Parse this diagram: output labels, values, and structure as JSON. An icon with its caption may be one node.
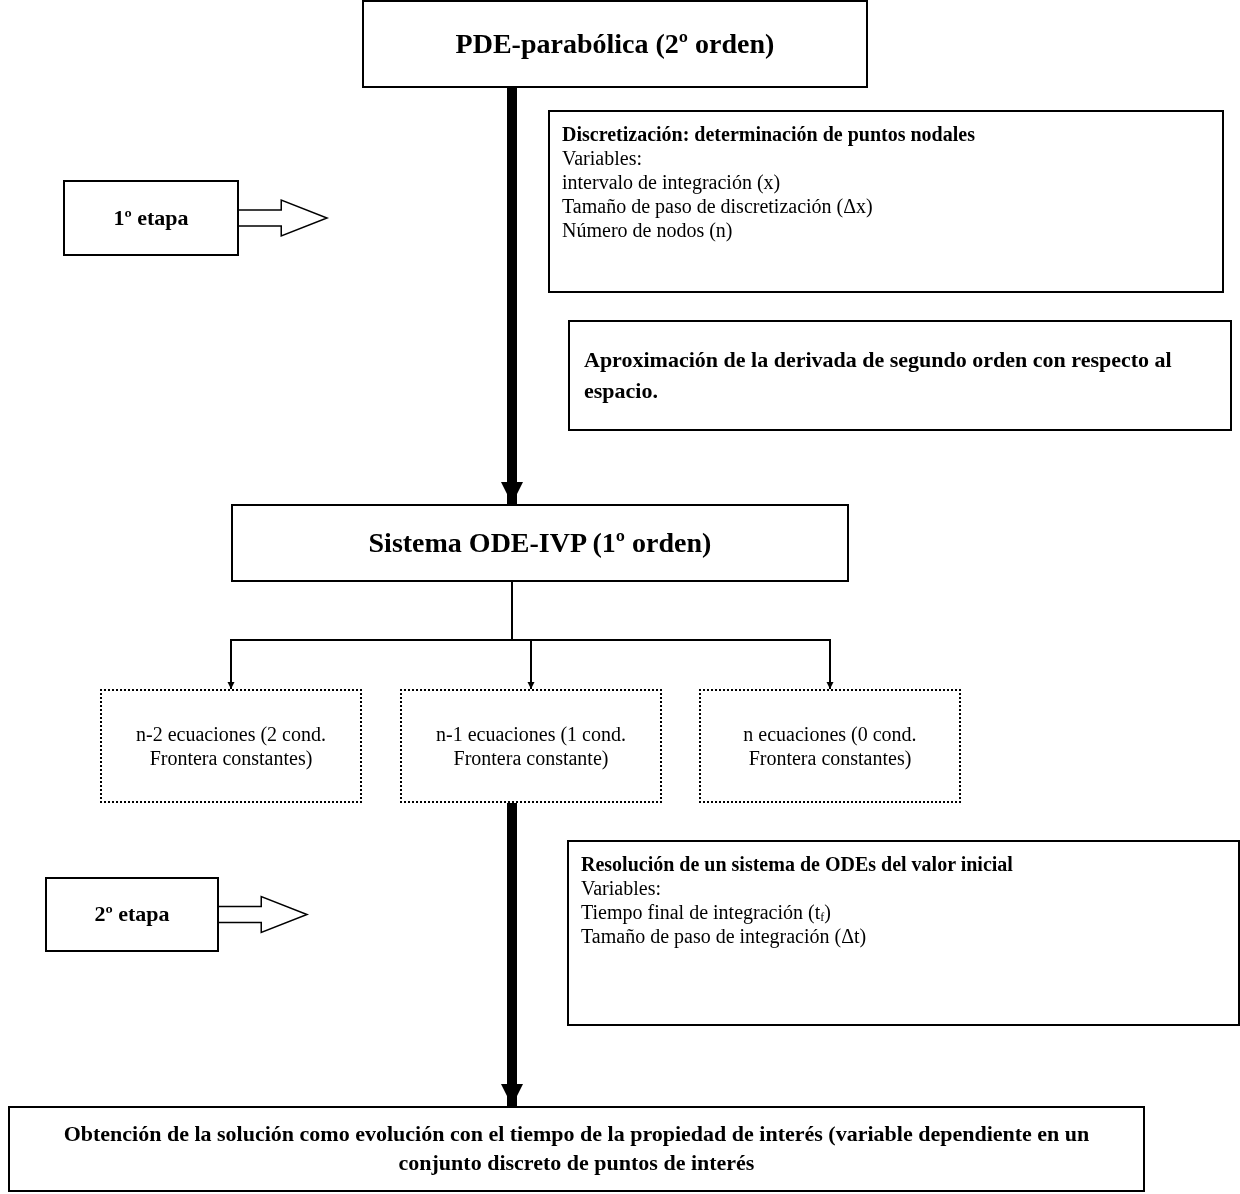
{
  "diagram": {
    "nodes": [
      {
        "text": [
          "PDE-parabólica (2º orden)"
        ]
      },
      {
        "text": [
          "1º etapa"
        ]
      },
      {
        "text": [
          "Discretización: determinación de puntos nodales",
          "Variables:",
          "intervalo de integración (x)",
          "Tamaño de paso de discretización (Δx)",
          "Número de nodos (n)"
        ]
      },
      {
        "text": [
          "Aproximación de la derivada de segundo orden con respecto al espacio."
        ]
      },
      {
        "text": [
          "Sistema ODE-IVP (1º orden)"
        ]
      },
      {
        "text": [
          "n-2 ecuaciones (2 cond. Frontera constantes)"
        ]
      },
      {
        "text": [
          "n-1 ecuaciones (1 cond. Frontera constante)"
        ]
      },
      {
        "text": [
          "n ecuaciones (0 cond. Frontera constantes)"
        ]
      },
      {
        "text": [
          "2º etapa"
        ]
      },
      {
        "text": [
          "Resolución de un sistema de ODEs del valor inicial",
          "Variables:",
          "Tiempo final de integración (t$_{f}$)",
          "Tamaño de paso de integración (Δt)"
        ]
      },
      {
        "text": [
          "Obtención de la solución como evolución con el tiempo de la propiedad de interés (variable dependiente en un conjunto discreto de puntos de interés"
        ]
      }
    ],
    "edges": [
      {
        "from": 0,
        "to": 4,
        "arrow": "to",
        "style": "thick"
      },
      {
        "from": 1,
        "to": null,
        "arrow": "to"
      },
      {
        "from": 4,
        "to": 5,
        "arrow": "to"
      },
      {
        "from": 4,
        "to": 6,
        "arrow": "to"
      },
      {
        "from": 4,
        "to": 7,
        "arrow": "to"
      },
      {
        "from": 8,
        "to": null,
        "arrow": "to"
      },
      {
        "from": 6,
        "to": 10,
        "arrow": "to",
        "style": "thick"
      }
    ]
  }
}
